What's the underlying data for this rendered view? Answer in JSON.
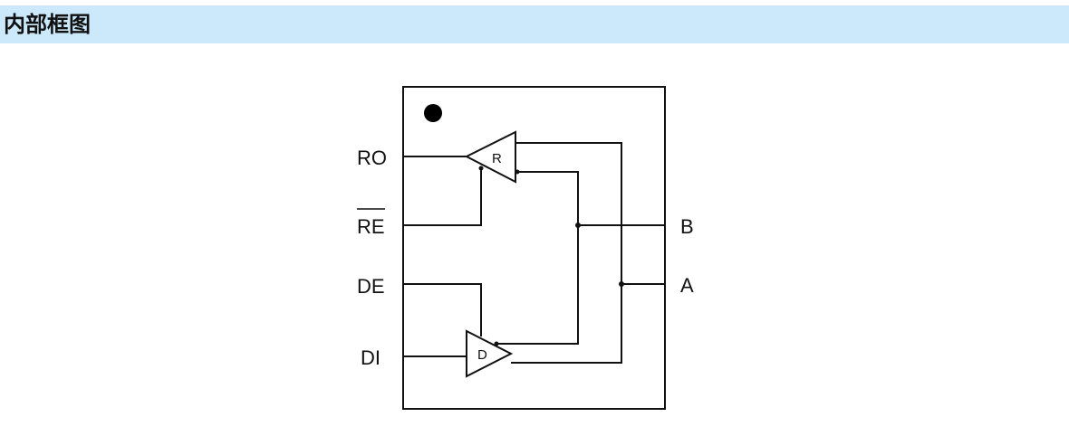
{
  "section": {
    "title": "内部框图"
  },
  "diagram": {
    "pins_left": {
      "ro": "RO",
      "re": "RE",
      "de": "DE",
      "di": "DI"
    },
    "pins_right": {
      "b": "B",
      "a": "A"
    },
    "receiver_label": "R",
    "driver_label": "D",
    "pin1_marker": "pin-1 dot",
    "colors": {
      "header_bg": "#cce9fb",
      "line": "#111111"
    }
  }
}
